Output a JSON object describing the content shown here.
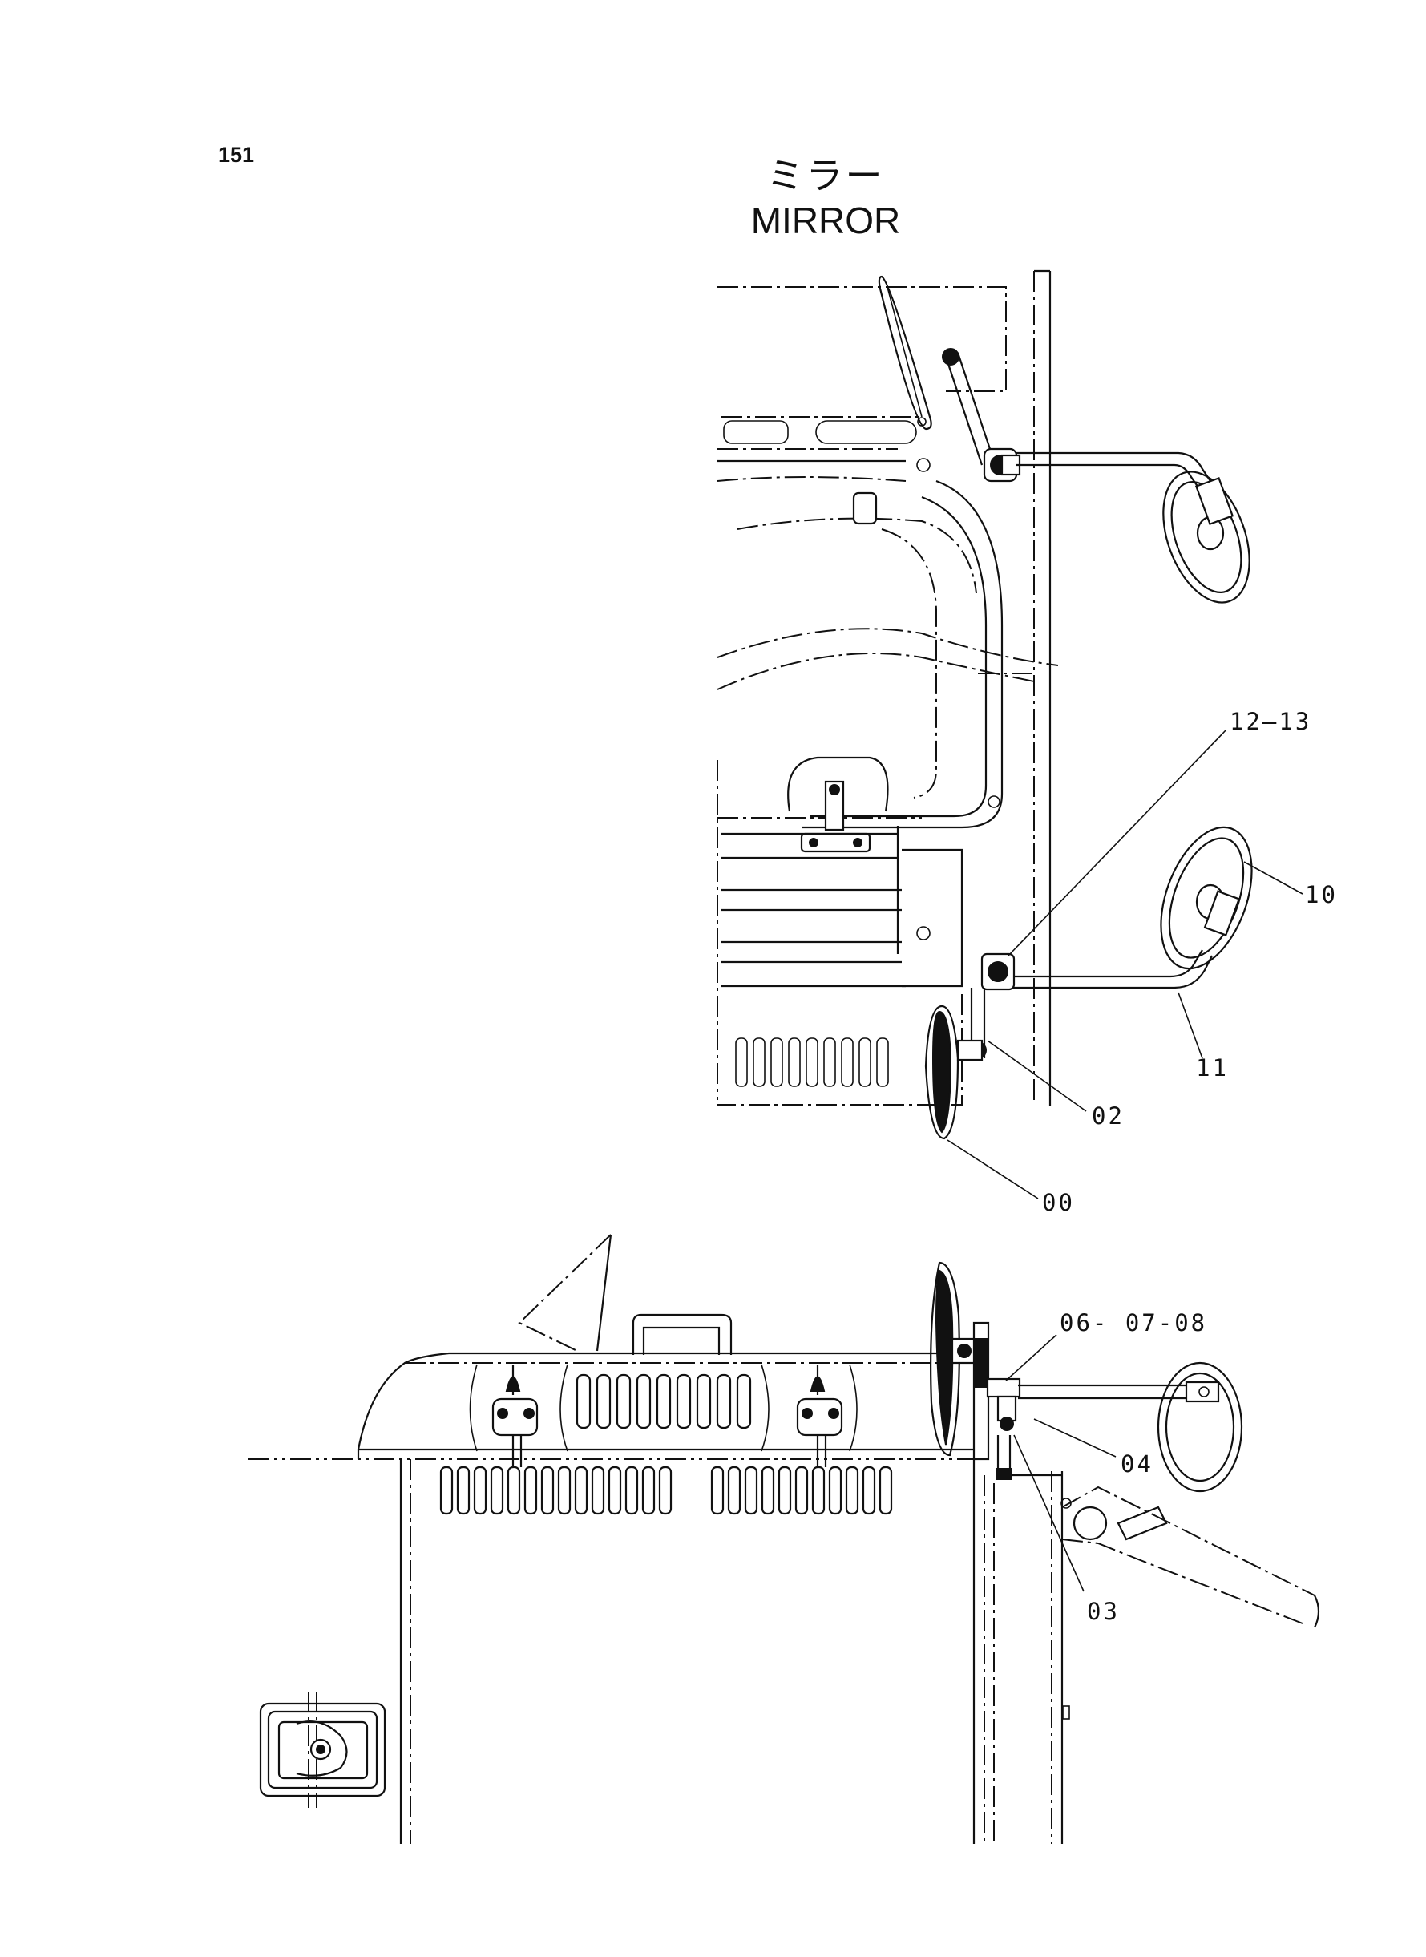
{
  "page_number": "151",
  "title": {
    "japanese": "ミラー",
    "english": "MIRROR"
  },
  "callouts": [
    {
      "id": "c1213",
      "text": "12—13"
    },
    {
      "id": "c10",
      "text": "10"
    },
    {
      "id": "c11",
      "text": "11"
    },
    {
      "id": "c02",
      "text": "02"
    },
    {
      "id": "c00",
      "text": "00"
    },
    {
      "id": "c060708",
      "text": "06- 07-08"
    },
    {
      "id": "c04",
      "text": "04"
    },
    {
      "id": "c03",
      "text": "03"
    }
  ]
}
